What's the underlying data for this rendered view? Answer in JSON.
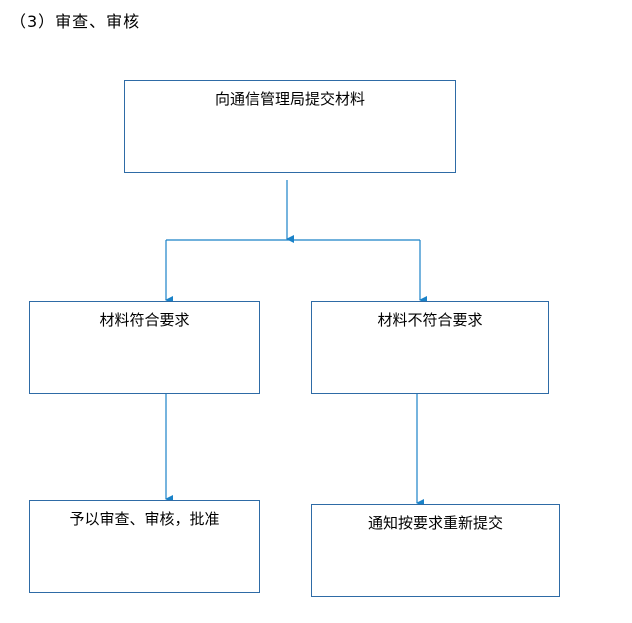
{
  "heading": "（3）审查、审核",
  "flow": {
    "submit": "向通信管理局提交材料",
    "meets": "材料符合要求",
    "not_meets": "材料不符合要求",
    "approve": "予以审查、审核，批准",
    "resubmit": "通知按要求重新提交"
  },
  "colors": {
    "line": "#1a82c8",
    "box_border": "#2e6ba6"
  }
}
